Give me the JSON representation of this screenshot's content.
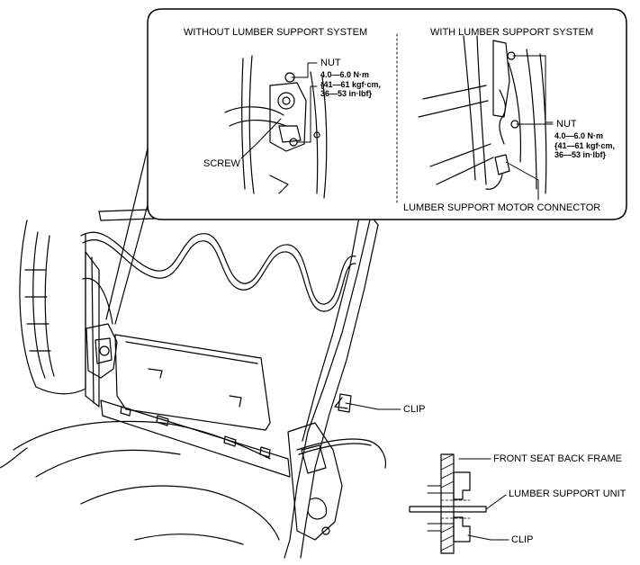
{
  "inset": {
    "left_title": "WITHOUT LUMBER SUPPORT SYSTEM",
    "right_title": "WITH LUMBER SUPPORT SYSTEM",
    "left_nut": {
      "label": "NUT",
      "spec": [
        "4.0—6.0 N·m",
        "{41—61 kgf·cm,",
        "36—53 in·lbf}"
      ]
    },
    "screw_label": "SCREW",
    "right_nut": {
      "label": "NUT",
      "spec": [
        "4.0—6.0 N·m",
        "{41—61 kgf·cm,",
        "36—53 in·lbf}"
      ]
    },
    "connector_label": "LUMBER SUPPORT MOTOR CONNECTOR"
  },
  "main": {
    "clip_label": "CLIP"
  },
  "detail": {
    "frame_label": "FRONT SEAT BACK FRAME",
    "unit_label": "LUMBER SUPPORT UNIT",
    "clip_label": "CLIP"
  }
}
